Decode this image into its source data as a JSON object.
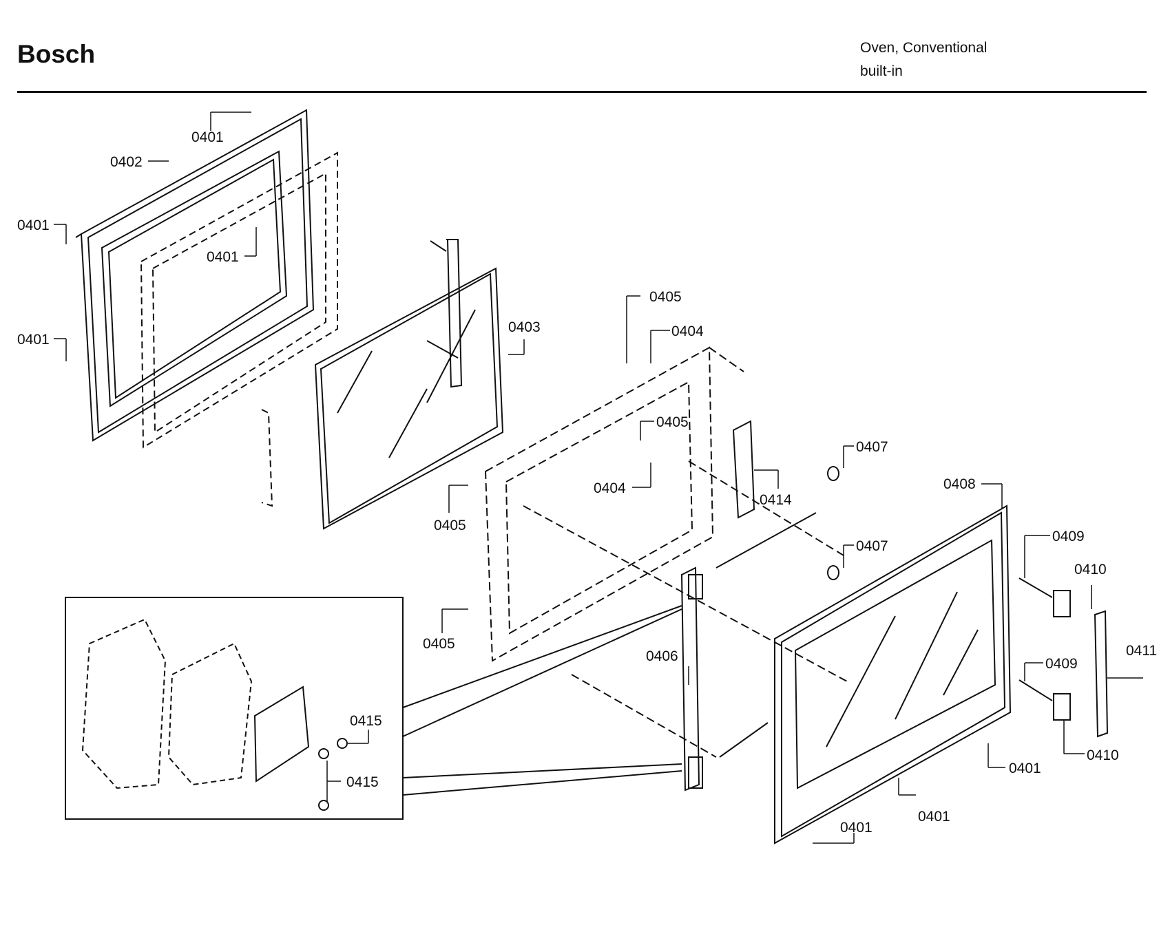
{
  "header": {
    "brand": "Bosch",
    "subtitle_line1": "Oven, Conventional",
    "subtitle_line2": "built-in"
  },
  "callouts": [
    "0401",
    "0402",
    "0401",
    "0401",
    "0401",
    "0403",
    "0405",
    "0404",
    "0405",
    "0404",
    "0414",
    "0405",
    "0405",
    "0407",
    "0407",
    "0408",
    "0406",
    "0409",
    "0410",
    "0411",
    "0409",
    "0410",
    "0401",
    "0401",
    "0401",
    "0415",
    "0415"
  ],
  "colors": {
    "ink": "#111111",
    "background": "#ffffff"
  }
}
